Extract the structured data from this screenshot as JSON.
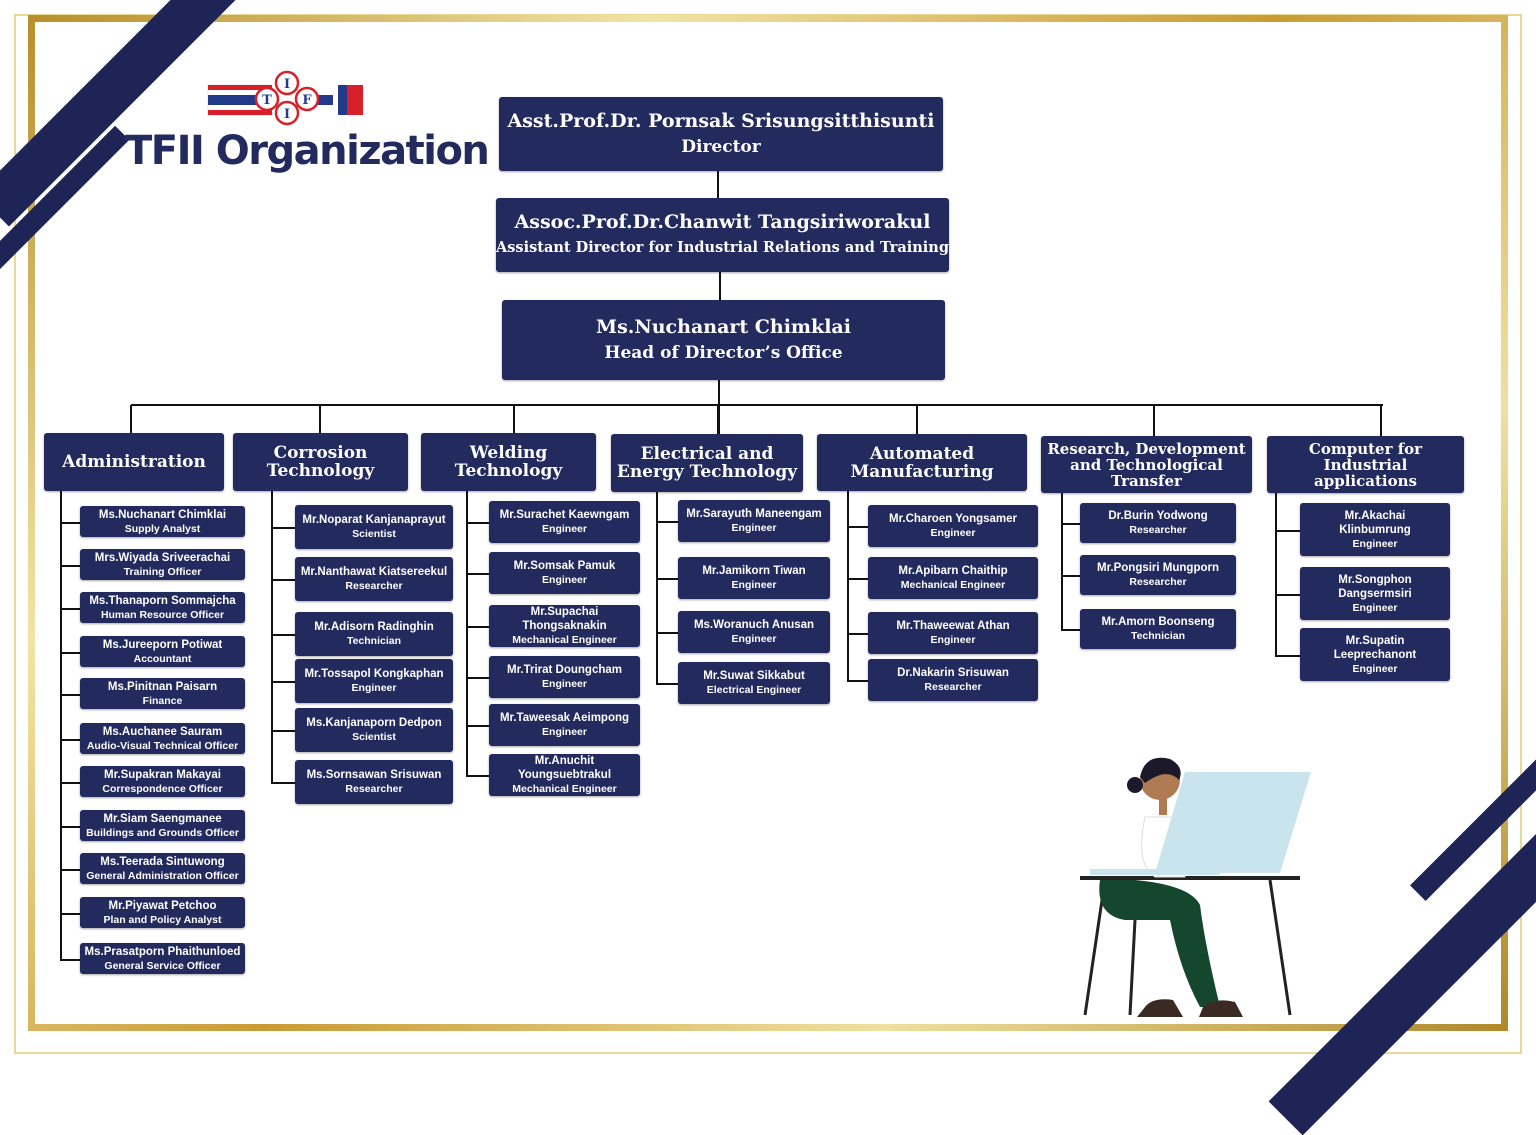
{
  "title": "TFII Organization",
  "logo": {
    "letters": [
      "T",
      "I",
      "F",
      "I"
    ]
  },
  "top": [
    {
      "name": "Asst.Prof.Dr. Pornsak Srisungsitthisunti",
      "role": "Director"
    },
    {
      "name": "Assoc.Prof.Dr.Chanwit Tangsiriworakul",
      "role": "Assistant Director for Industrial Relations and Training"
    },
    {
      "name": "Ms.Nuchanart Chimklai",
      "role": "Head of Director’s Office"
    }
  ],
  "departments": [
    {
      "name": "Administration",
      "members": [
        {
          "name": "Ms.Nuchanart Chimklai",
          "role": "Supply Analyst"
        },
        {
          "name": "Mrs.Wiyada Sriveerachai",
          "role": "Training Officer"
        },
        {
          "name": "Ms.Thanaporn Sommajcha",
          "role": "Human Resource Officer"
        },
        {
          "name": "Ms.Jureeporn Potiwat",
          "role": "Accountant"
        },
        {
          "name": "Ms.Pinitnan Paisarn",
          "role": "Finance"
        },
        {
          "name": "Ms.Auchanee Sauram",
          "role": "Audio-Visual Technical Officer"
        },
        {
          "name": "Mr.Supakran Makayai",
          "role": "Correspondence Officer"
        },
        {
          "name": "Mr.Siam Saengmanee",
          "role": "Buildings and Grounds Officer"
        },
        {
          "name": "Ms.Teerada Sintuwong",
          "role": "General Administration Officer"
        },
        {
          "name": "Mr.Piyawat Petchoo",
          "role": "Plan and Policy Analyst"
        },
        {
          "name": "Ms.Prasatporn Phaithunloed",
          "role": "General Service Officer"
        }
      ]
    },
    {
      "name": "Corrosion\nTechnology",
      "members": [
        {
          "name": "Mr.Noparat Kanjanaprayut",
          "role": "Scientist"
        },
        {
          "name": "Mr.Nanthawat Kiatsereekul",
          "role": "Researcher"
        },
        {
          "name": "Mr.Adisorn Radinghin",
          "role": "Technician"
        },
        {
          "name": "Mr.Tossapol Kongkaphan",
          "role": "Engineer"
        },
        {
          "name": "Ms.Kanjanaporn Dedpon",
          "role": "Scientist"
        },
        {
          "name": "Ms.Sornsawan Srisuwan",
          "role": "Researcher"
        }
      ]
    },
    {
      "name": "Welding\nTechnology",
      "members": [
        {
          "name": "Mr.Surachet Kaewngam",
          "role": "Engineer"
        },
        {
          "name": "Mr.Somsak Pamuk",
          "role": "Engineer"
        },
        {
          "name": "Mr.Supachai\nThongsaknakin",
          "role": "Mechanical Engineer"
        },
        {
          "name": "Mr.Trirat Doungcham",
          "role": "Engineer"
        },
        {
          "name": "Mr.Taweesak Aeimpong",
          "role": "Engineer"
        },
        {
          "name": "Mr.Anuchit\nYoungsuebtrakul",
          "role": "Mechanical Engineer"
        }
      ]
    },
    {
      "name": "Electrical and\nEnergy Technology",
      "members": [
        {
          "name": "Mr.Sarayuth Maneengam",
          "role": "Engineer"
        },
        {
          "name": "Mr.Jamikorn Tiwan",
          "role": "Engineer"
        },
        {
          "name": "Ms.Woranuch Anusan",
          "role": "Engineer"
        },
        {
          "name": "Mr.Suwat Sikkabut",
          "role": "Electrical Engineer"
        }
      ]
    },
    {
      "name": "Automated\nManufacturing",
      "members": [
        {
          "name": "Mr.Charoen Yongsamer",
          "role": "Engineer"
        },
        {
          "name": "Mr.Apibarn Chaithip",
          "role": "Mechanical Engineer"
        },
        {
          "name": "Mr.Thaweewat Athan",
          "role": "Engineer"
        },
        {
          "name": "Dr.Nakarin Srisuwan",
          "role": "Researcher"
        }
      ]
    },
    {
      "name": "Research, Development\nand Technological\nTransfer",
      "members": [
        {
          "name": "Dr.Burin Yodwong",
          "role": "Researcher"
        },
        {
          "name": "Mr.Pongsiri Mungporn",
          "role": "Researcher"
        },
        {
          "name": "Mr.Amorn Boonseng",
          "role": "Technician"
        }
      ]
    },
    {
      "name": "Computer for\nIndustrial\napplications",
      "members": [
        {
          "name": "Mr.Akachai\nKlinbumrung",
          "role": "Engineer"
        },
        {
          "name": "Mr.Songphon\nDangsermsiri",
          "role": "Engineer"
        },
        {
          "name": "Mr.Supatin\nLeeprechanont",
          "role": "Engineer"
        }
      ]
    }
  ]
}
